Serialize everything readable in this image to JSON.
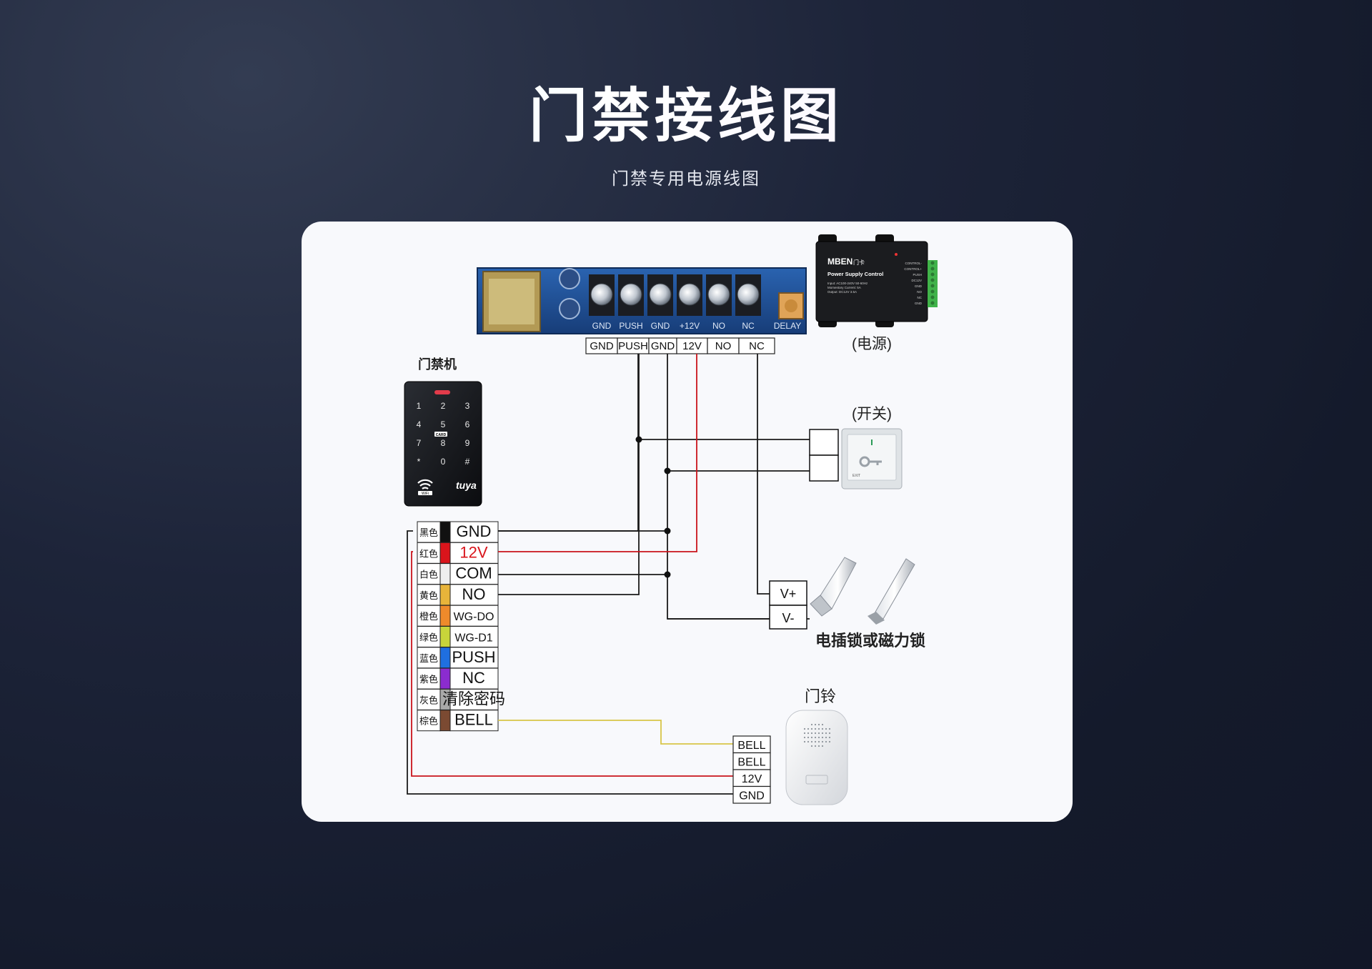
{
  "header": {
    "title": "门禁接线图",
    "subtitle": "门禁专用电源线图"
  },
  "power_supply": {
    "board_terminals": [
      "GND",
      "PUSH",
      "GND",
      "+12V",
      "NO",
      "NC",
      "DELAY"
    ],
    "output_terminals": [
      "GND",
      "PUSH",
      "GND",
      "12V",
      "NO",
      "NC"
    ],
    "brand": "MBEN",
    "brand_cn": "门卡",
    "model": "Power Supply Control",
    "spec_lines": [
      "Input: AC100-240V 50-60Hz",
      "Momentary Current: 5A",
      "Output: DC12V 3.5A"
    ],
    "side_pins": [
      "CONTROL-",
      "CONTROL+",
      "PUSH",
      "DC12V",
      "GND",
      "NO",
      "NC",
      "GND"
    ],
    "caption": "(电源)"
  },
  "keypad": {
    "caption": "门禁机",
    "keys": [
      "1",
      "2",
      "3",
      "4",
      "5",
      "6",
      "7",
      "8",
      "9",
      "*",
      "0",
      "#"
    ],
    "card_label": "CARD",
    "wifi_label": "WiFi",
    "brand": "tuya"
  },
  "wires": [
    {
      "color_name": "黑色",
      "terminal": "GND",
      "hex": "#111111",
      "text_color": "#111111"
    },
    {
      "color_name": "红色",
      "terminal": "12V",
      "hex": "#d9141b",
      "text_color": "#d9141b"
    },
    {
      "color_name": "白色",
      "terminal": "COM",
      "hex": "#eeeeee",
      "text_color": "#111111"
    },
    {
      "color_name": "黄色",
      "terminal": "NO",
      "hex": "#e8b43a",
      "text_color": "#111111"
    },
    {
      "color_name": "橙色",
      "terminal": "WG-DO",
      "hex": "#ee8a2b",
      "text_color": "#111111"
    },
    {
      "color_name": "绿色",
      "terminal": "WG-D1",
      "hex": "#c8d43a",
      "text_color": "#111111"
    },
    {
      "color_name": "蓝色",
      "terminal": "PUSH",
      "hex": "#1f6fe0",
      "text_color": "#111111"
    },
    {
      "color_name": "紫色",
      "terminal": "NC",
      "hex": "#8b2ccf",
      "text_color": "#111111"
    },
    {
      "color_name": "灰色",
      "terminal": "清除密码",
      "hex": "#a9a9a9",
      "text_color": "#111111"
    },
    {
      "color_name": "棕色",
      "terminal": "BELL",
      "hex": "#7b4a32",
      "text_color": "#111111"
    }
  ],
  "exit_switch": {
    "caption": "(开关)",
    "button_text": "EXIT"
  },
  "lock": {
    "terminals": [
      "V+",
      "V-"
    ],
    "caption": "电插锁或磁力锁"
  },
  "doorbell": {
    "caption": "门铃",
    "terminals": [
      "BELL",
      "BELL",
      "12V",
      "GND"
    ]
  },
  "colors": {
    "wire_black": "#1a1a1a",
    "wire_red": "#c9141b",
    "wire_yellow": "#d8c548",
    "board_blue": "#1f4f93"
  }
}
